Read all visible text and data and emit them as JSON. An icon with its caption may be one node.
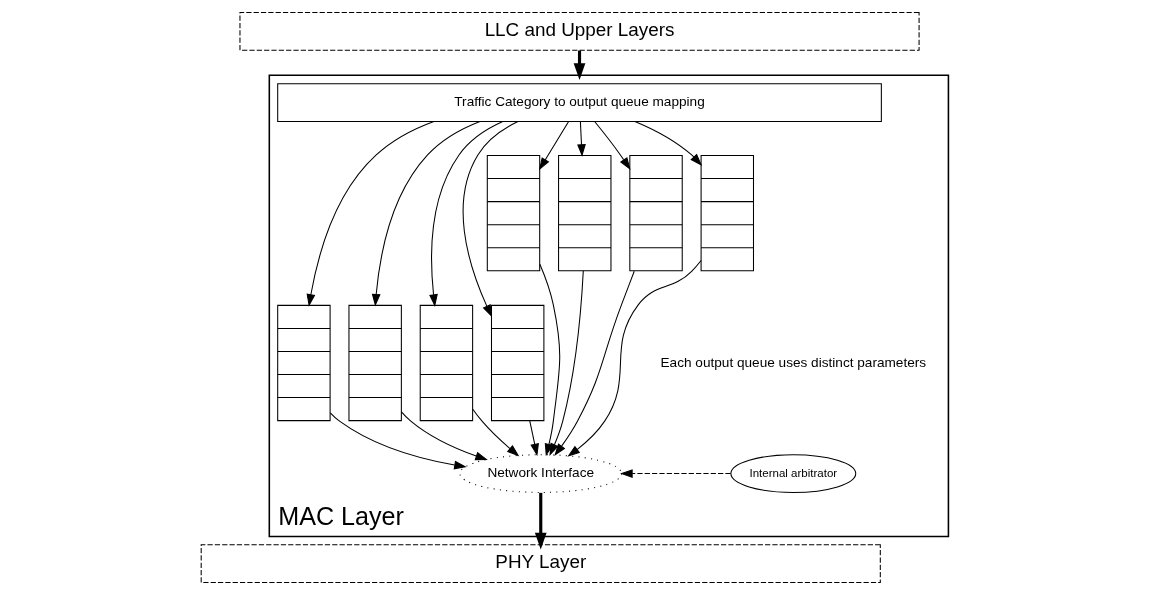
{
  "diagram": {
    "nodes": [
      {
        "text": [
          "LLC and Upper Layers"
        ]
      },
      {
        "text": [
          "MAC Layer"
        ]
      },
      {
        "text": [
          "Traffic Category to output queue mapping"
        ],
        "in": 1
      },
      {
        "text": [],
        "shape": "box",
        "in": 1
      },
      {
        "text": [],
        "shape": "box",
        "in": 1
      },
      {
        "text": [],
        "shape": "box",
        "in": 1
      },
      {
        "text": [],
        "shape": "box",
        "in": 1
      },
      {
        "text": [],
        "shape": "box",
        "in": 1
      },
      {
        "text": [],
        "shape": "box",
        "in": 1
      },
      {
        "text": [],
        "shape": "box",
        "in": 1
      },
      {
        "text": [],
        "shape": "box",
        "in": 1
      },
      {
        "text": [
          "Network Interface"
        ],
        "in": 1
      },
      {
        "text": [
          "Internal arbitrator"
        ],
        "in": 1
      },
      {
        "text": [
          "PHY Layer"
        ]
      }
    ],
    "edges": [
      {
        "from": 0,
        "to": 1,
        "arrow": "to",
        "style": "thick"
      },
      {
        "from": 2,
        "to": 3,
        "arrow": "to"
      },
      {
        "from": 2,
        "to": 4,
        "arrow": "to"
      },
      {
        "from": 2,
        "to": 5,
        "arrow": "to"
      },
      {
        "from": 2,
        "to": 6,
        "arrow": "to"
      },
      {
        "from": 2,
        "to": 7,
        "arrow": "to"
      },
      {
        "from": 2,
        "to": 8,
        "arrow": "to"
      },
      {
        "from": 2,
        "to": 9,
        "arrow": "to"
      },
      {
        "from": 2,
        "to": 10,
        "arrow": "to"
      },
      {
        "from": 3,
        "to": 11,
        "arrow": "to"
      },
      {
        "from": 4,
        "to": 11,
        "arrow": "to"
      },
      {
        "from": 5,
        "to": 11,
        "arrow": "to"
      },
      {
        "from": 6,
        "to": 11,
        "arrow": "to"
      },
      {
        "from": 7,
        "to": 11,
        "arrow": "to"
      },
      {
        "from": 8,
        "to": 11,
        "arrow": "to"
      },
      {
        "from": 9,
        "to": 11,
        "arrow": "to"
      },
      {
        "from": 10,
        "to": 11,
        "arrow": "to"
      },
      {
        "from": 12,
        "to": 11,
        "arrow": "to",
        "style": "dashed"
      },
      {
        "from": 11,
        "to": 13,
        "arrow": "to",
        "style": "thick"
      }
    ],
    "labels": [
      "Each output queue uses distinct parameters"
    ]
  }
}
